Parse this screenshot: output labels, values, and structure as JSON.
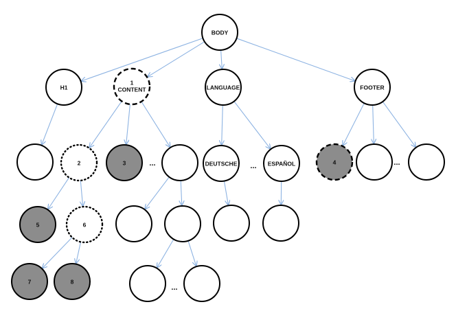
{
  "diagram": {
    "nodes": {
      "body": {
        "label": "BODY",
        "style": "solid",
        "fill": "white"
      },
      "h1": {
        "label": "H1",
        "style": "solid",
        "fill": "white"
      },
      "content": {
        "label_line1": "1",
        "label_line2": "CONTENT",
        "style": "dashed",
        "fill": "white"
      },
      "language": {
        "label": "LANGUAGE",
        "style": "solid",
        "fill": "white"
      },
      "footer": {
        "label": "FOOTER",
        "style": "solid",
        "fill": "white"
      },
      "h1_child": {
        "label": "",
        "style": "solid",
        "fill": "white"
      },
      "n2": {
        "label": "2",
        "style": "dotted",
        "fill": "white"
      },
      "n3": {
        "label": "3",
        "style": "solid",
        "fill": "gray"
      },
      "content_child_right": {
        "label": "",
        "style": "solid",
        "fill": "white"
      },
      "deutsche": {
        "label": "DEUTSCHE",
        "style": "solid",
        "fill": "white"
      },
      "espanol": {
        "label": "ESPAÑOL",
        "style": "solid",
        "fill": "white"
      },
      "n4": {
        "label": "4",
        "style": "dashed",
        "fill": "gray"
      },
      "footer_child_mid": {
        "label": "",
        "style": "solid",
        "fill": "white"
      },
      "footer_child_right": {
        "label": "",
        "style": "solid",
        "fill": "white"
      },
      "n5": {
        "label": "5",
        "style": "solid",
        "fill": "gray"
      },
      "n6": {
        "label": "6",
        "style": "dotted",
        "fill": "white"
      },
      "right_sub_left": {
        "label": "",
        "style": "solid",
        "fill": "white"
      },
      "right_sub_right": {
        "label": "",
        "style": "solid",
        "fill": "white"
      },
      "deutsche_child": {
        "label": "",
        "style": "solid",
        "fill": "white"
      },
      "espanol_child": {
        "label": "",
        "style": "solid",
        "fill": "white"
      },
      "n7": {
        "label": "7",
        "style": "solid",
        "fill": "gray"
      },
      "n8": {
        "label": "8",
        "style": "solid",
        "fill": "gray"
      },
      "leaf_left": {
        "label": "",
        "style": "solid",
        "fill": "white"
      },
      "leaf_right": {
        "label": "",
        "style": "solid",
        "fill": "white"
      }
    },
    "edges": [
      [
        "body",
        "h1"
      ],
      [
        "body",
        "content"
      ],
      [
        "body",
        "language"
      ],
      [
        "body",
        "footer"
      ],
      [
        "h1",
        "h1_child"
      ],
      [
        "content",
        "n2"
      ],
      [
        "content",
        "n3"
      ],
      [
        "content",
        "content_child_right"
      ],
      [
        "language",
        "deutsche"
      ],
      [
        "language",
        "espanol"
      ],
      [
        "footer",
        "n4"
      ],
      [
        "footer",
        "footer_child_mid"
      ],
      [
        "footer",
        "footer_child_right"
      ],
      [
        "n2",
        "n5"
      ],
      [
        "n2",
        "n6"
      ],
      [
        "content_child_right",
        "right_sub_left"
      ],
      [
        "content_child_right",
        "right_sub_right"
      ],
      [
        "deutsche",
        "deutsche_child"
      ],
      [
        "espanol",
        "espanol_child"
      ],
      [
        "n6",
        "n7"
      ],
      [
        "n6",
        "n8"
      ],
      [
        "right_sub_right",
        "leaf_left"
      ],
      [
        "right_sub_right",
        "leaf_right"
      ]
    ],
    "ellipses": {
      "content_row": "...",
      "language_row": "...",
      "footer_row": "...",
      "leaf_row": "..."
    },
    "colors": {
      "edge": "#8db3e2",
      "node_stroke": "#000000",
      "gray_fill": "#8c8c8c",
      "white_fill": "#ffffff"
    }
  }
}
